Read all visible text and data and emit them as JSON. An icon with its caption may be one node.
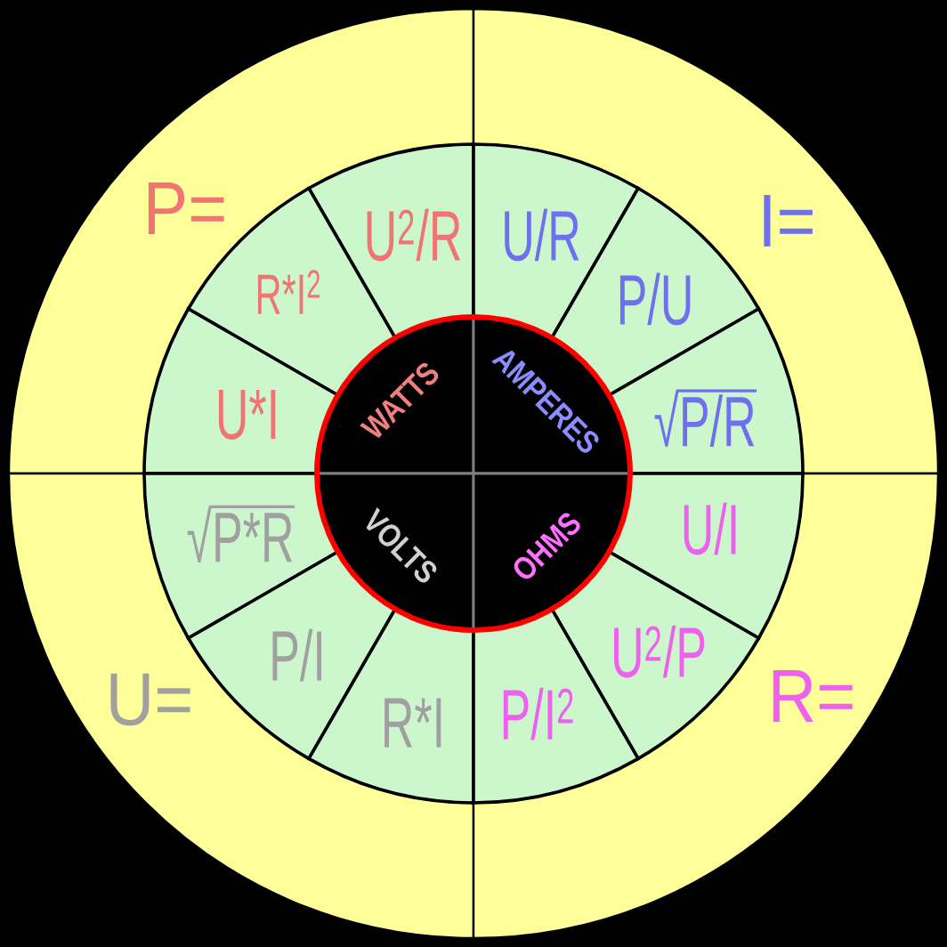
{
  "diagram": {
    "nodes": [
      {
        "text": [
          "P="
        ]
      },
      {
        "text": [
          "U$^{2}$/R"
        ]
      },
      {
        "text": [
          "R*I$^{2}$"
        ]
      },
      {
        "text": [
          "U*I"
        ]
      },
      {
        "text": [
          "WATTS"
        ]
      },
      {
        "text": [
          "I="
        ]
      },
      {
        "text": [
          "U/R"
        ]
      },
      {
        "text": [
          "P/U"
        ]
      },
      {
        "text": [
          "√P/R"
        ]
      },
      {
        "text": [
          "AMPERES"
        ]
      },
      {
        "text": [
          "U="
        ]
      },
      {
        "text": [
          "√P*R"
        ]
      },
      {
        "text": [
          "P/I"
        ]
      },
      {
        "text": [
          "R*I"
        ]
      },
      {
        "text": [
          "VOLTS"
        ]
      },
      {
        "text": [
          "R="
        ]
      },
      {
        "text": [
          "U/I"
        ]
      },
      {
        "text": [
          "U$^{2}$/P"
        ]
      },
      {
        "text": [
          "P/I$^{2}$"
        ]
      },
      {
        "text": [
          "OHMS"
        ]
      }
    ]
  }
}
